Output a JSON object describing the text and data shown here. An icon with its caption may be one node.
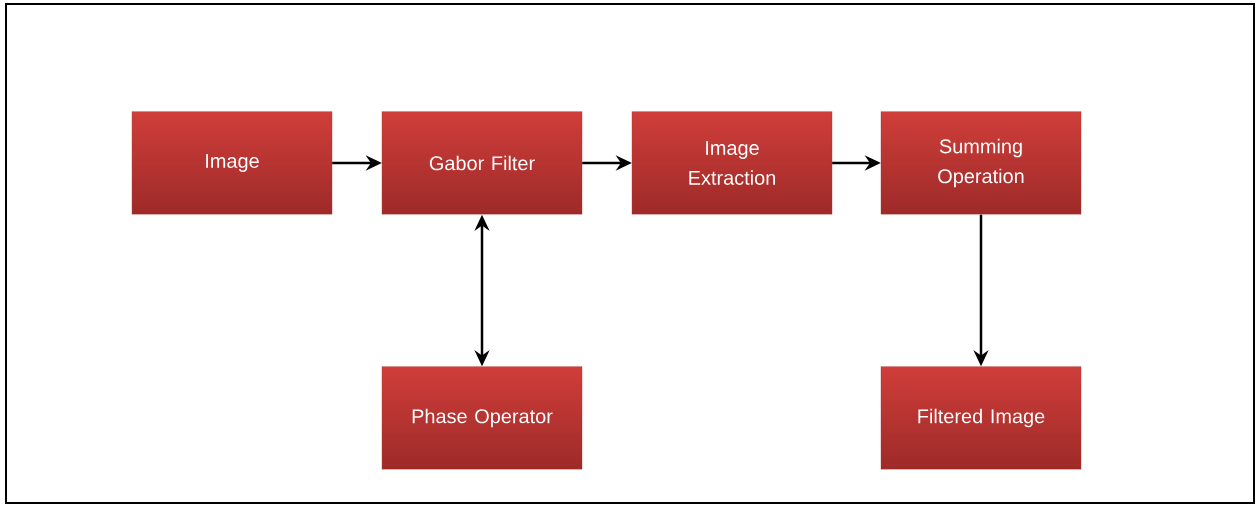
{
  "diagram": {
    "nodes": [
      {
        "text": [
          "Image"
        ]
      },
      {
        "text": [
          "Gabor Filter"
        ]
      },
      {
        "text": [
          "Image Extraction"
        ]
      },
      {
        "text": [
          "Summing Operation"
        ]
      },
      {
        "text": [
          "Phase Operator"
        ]
      },
      {
        "text": [
          "Filtered Image"
        ]
      }
    ],
    "edges": [
      {
        "from": 0,
        "to": 1,
        "arrow": "to"
      },
      {
        "from": 1,
        "to": 2,
        "arrow": "to"
      },
      {
        "from": 2,
        "to": 3,
        "arrow": "to"
      },
      {
        "from": 1,
        "to": 4,
        "arrow": "both"
      },
      {
        "from": 3,
        "to": 5,
        "arrow": "to"
      }
    ]
  }
}
